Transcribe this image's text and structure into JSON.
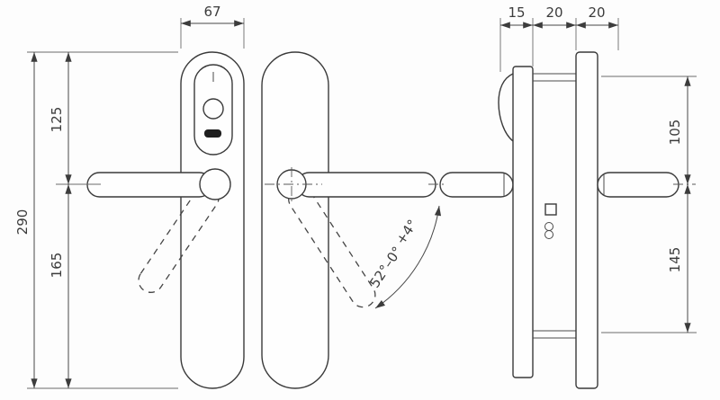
{
  "drawing": {
    "front": {
      "plate_width": "67",
      "overall_height": "290",
      "top_to_spindle": "125",
      "spindle_to_bottom": "165"
    },
    "angles": {
      "plus": "+4°",
      "range": "52°–0°"
    },
    "side": {
      "depth_front": "15",
      "depth_mid": "20",
      "depth_rear": "20",
      "top_to_spindle": "105",
      "spindle_to_bottom": "145"
    }
  }
}
